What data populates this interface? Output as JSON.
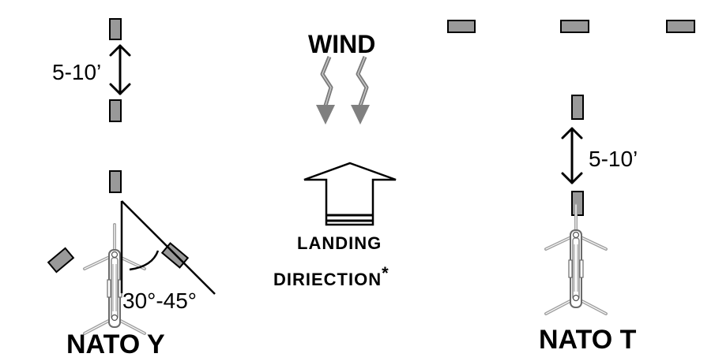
{
  "diagram": {
    "wind_label": "WIND",
    "landing_label_line1": "LANDING",
    "landing_label_line2": "DIRIECTION",
    "landing_label_mark": "*",
    "nato_y": {
      "title": "NATO Y",
      "spacing_label": "5-10’",
      "angle_label": "30°-45°"
    },
    "nato_t": {
      "title": "NATO T",
      "spacing_label": "5-10’"
    }
  },
  "colors": {
    "light_fill": "#999999",
    "light_stroke": "#000000",
    "wind_arrow": "#808080",
    "helicopter": "#a0a0a0"
  },
  "icons": [
    "landing-light-icon",
    "double-arrow-icon",
    "wind-arrow-icon",
    "landing-direction-arrow-icon",
    "helicopter-icon"
  ]
}
